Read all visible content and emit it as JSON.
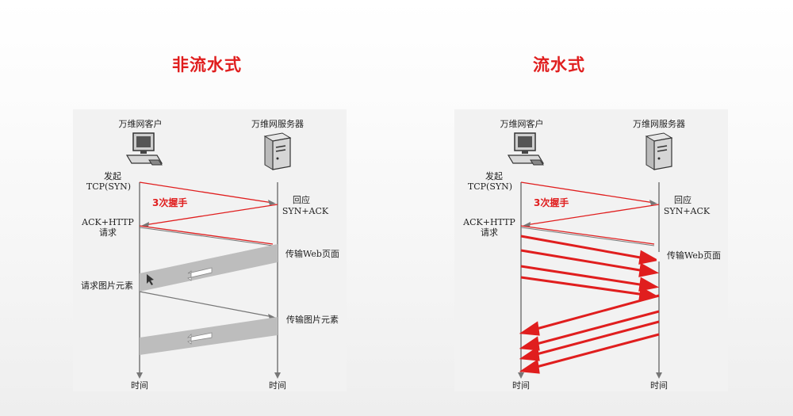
{
  "titles": {
    "non_pipelined": "非流水式",
    "pipelined": "流水式"
  },
  "diagram": {
    "client_label": "万维网客户",
    "server_label": "万维网服务器",
    "send_label": "发起",
    "tcp_syn_label": "TCP(SYN)",
    "handshake_label": "3次握手",
    "reply_label": "回应",
    "syn_ack_label": "SYN+ACK",
    "ack_http_label": "ACK+HTTP",
    "request_label": "请求",
    "transfer_web_label": "传输Web页面",
    "request_image_label": "请求图片元素",
    "transfer_image_label": "传输图片元素",
    "time_label": "时间"
  },
  "colors": {
    "accent_red": "#e01e1e",
    "line_gray": "#777777"
  },
  "icons": {
    "client": "computer-icon",
    "server": "server-icon"
  }
}
